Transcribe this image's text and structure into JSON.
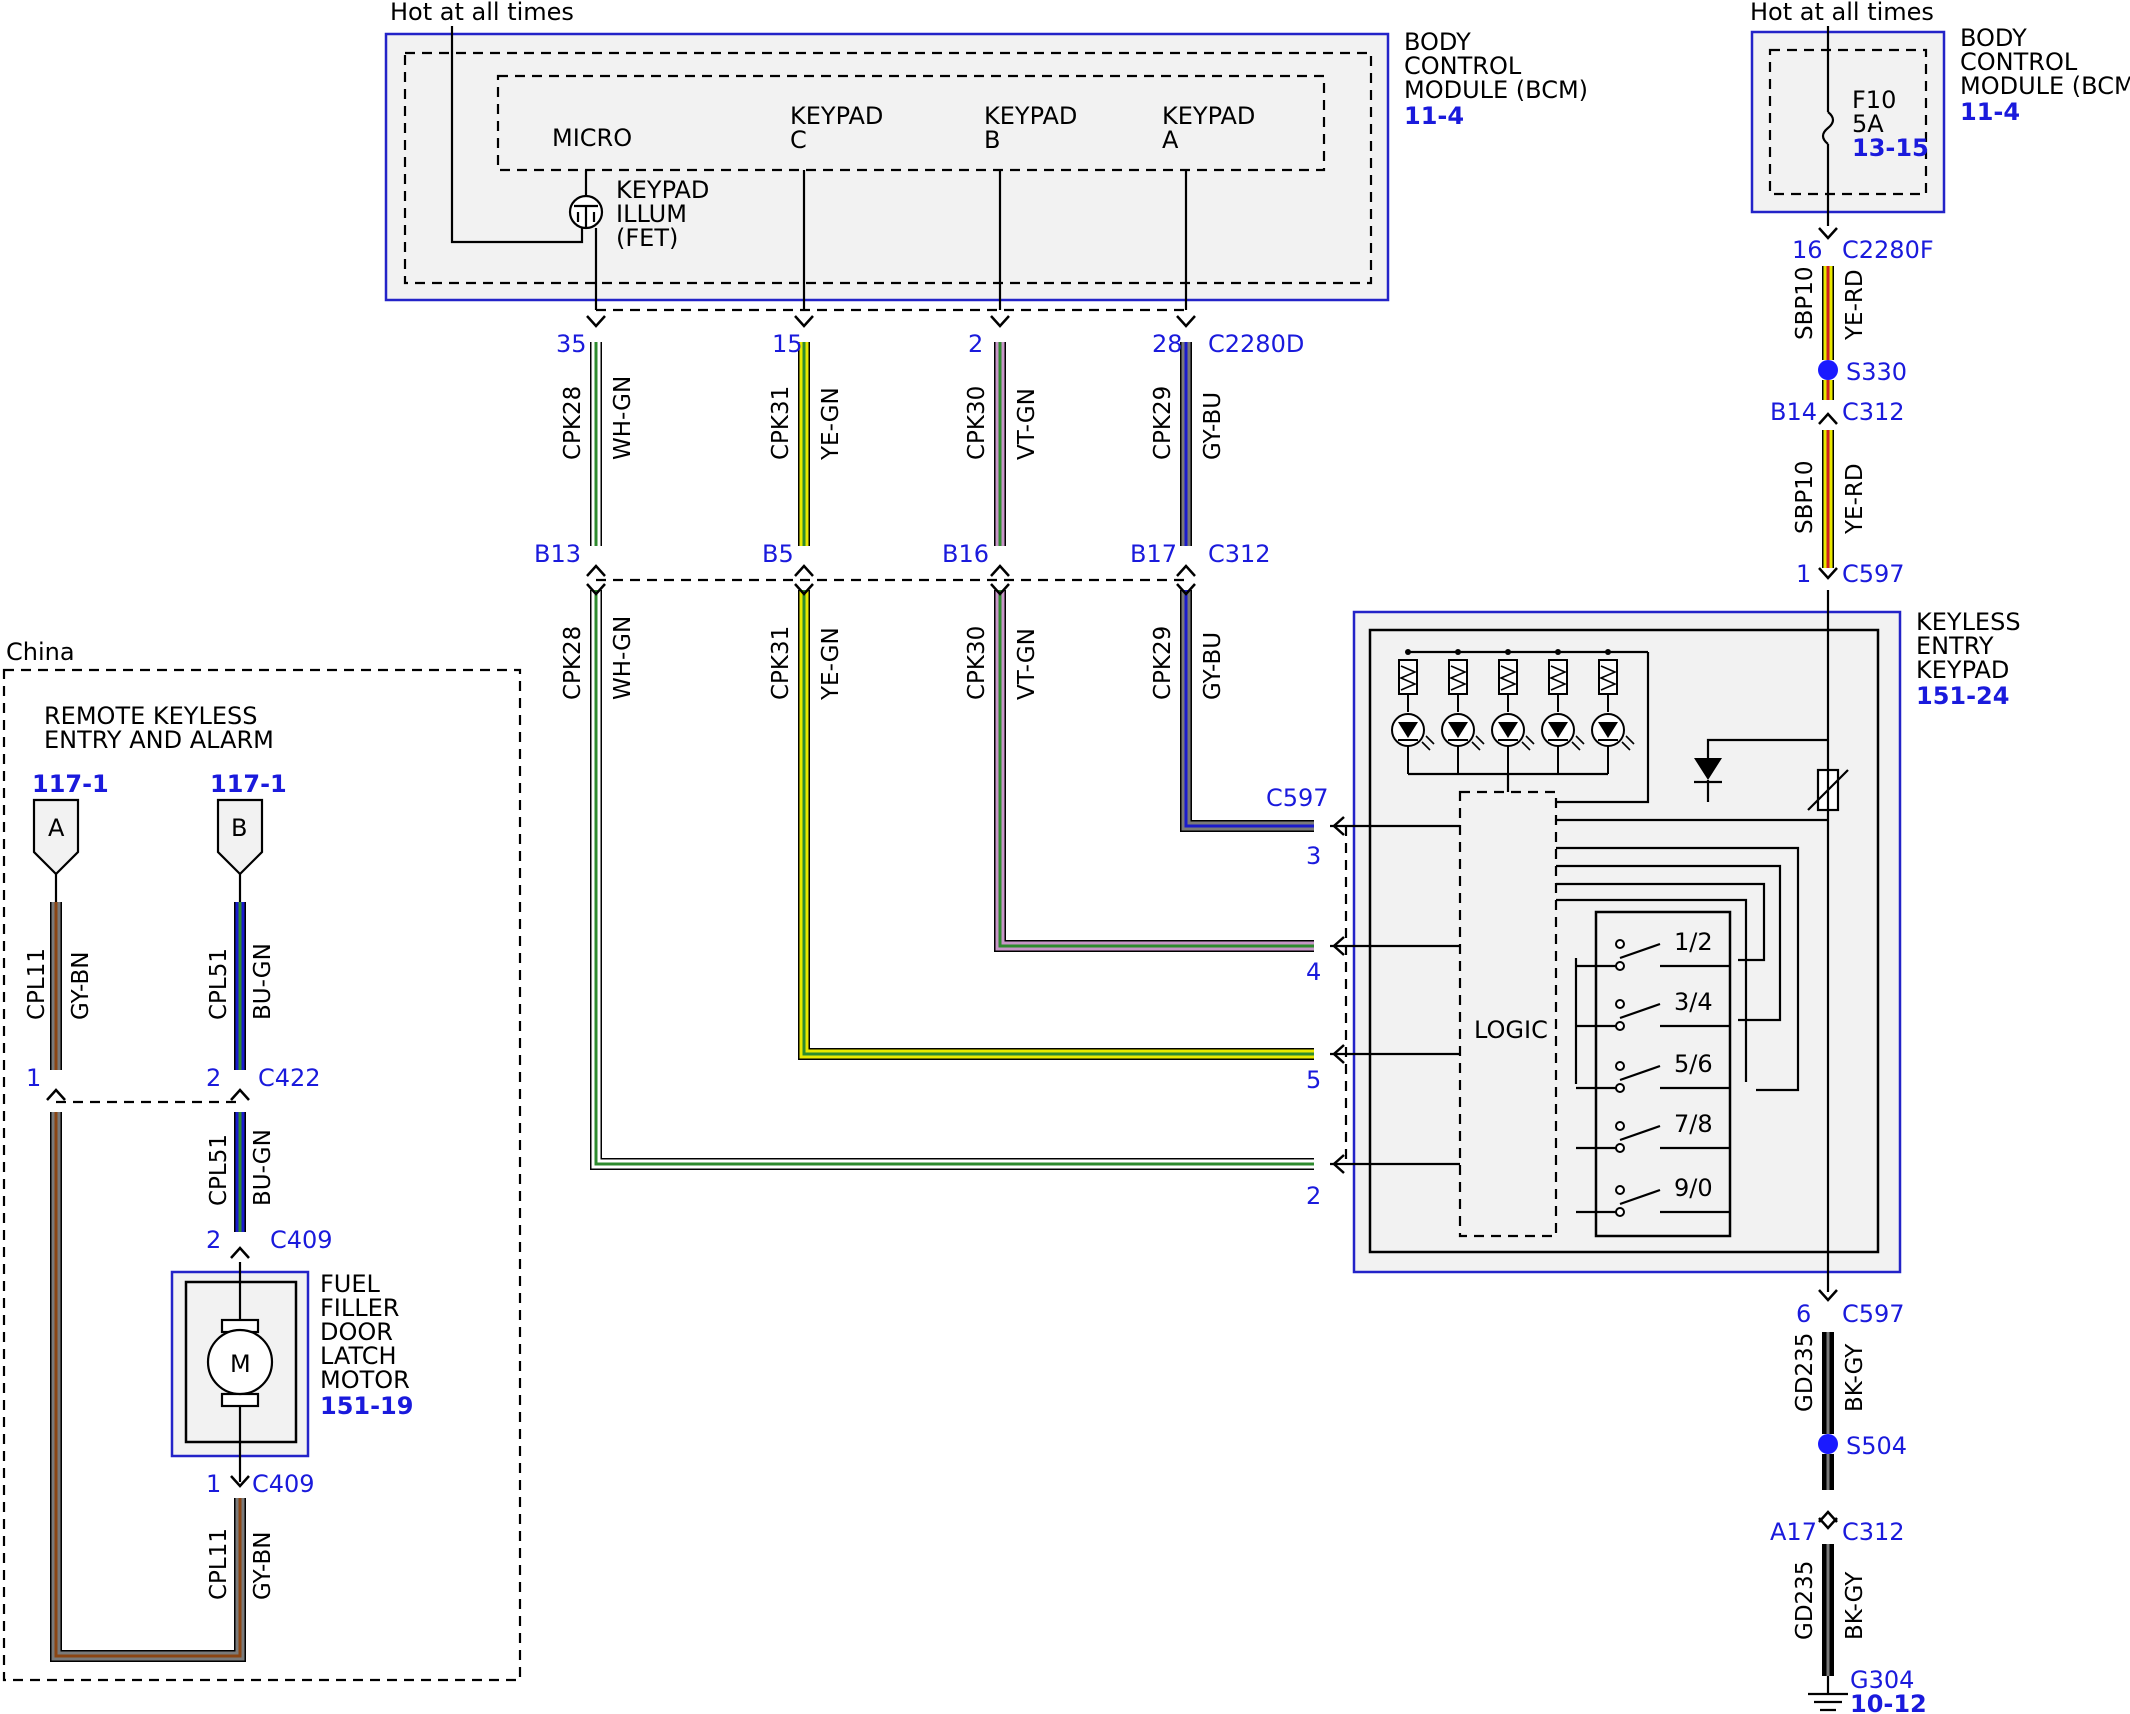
{
  "colors": {
    "label_blue": "#1a1adc",
    "box_border": "#2323c8",
    "box_fill": "#f2f2f2",
    "WH": "#ffffff",
    "GN": "#2e8b2e",
    "YE": "#e8e800",
    "VT": "#c896c8",
    "GY": "#7a7a7a",
    "BU": "#1a1acc",
    "RD": "#d02020",
    "BK": "#000000",
    "BN": "#8b4513"
  },
  "labels": {
    "hot_left": "Hot at all times",
    "hot_right": "Hot at all times",
    "china": "China"
  },
  "bcm_left": {
    "name_lines": [
      "BODY",
      "CONTROL",
      "MODULE (BCM)"
    ],
    "ref": "11-4",
    "micro": "MICRO",
    "keypad_c": [
      "KEYPAD",
      "C"
    ],
    "keypad_b": [
      "KEYPAD",
      "B"
    ],
    "keypad_a": [
      "KEYPAD",
      "A"
    ],
    "fet": [
      "KEYPAD",
      "ILLUM",
      "(FET)"
    ]
  },
  "bcm_right": {
    "name_lines": [
      "BODY",
      "CONTROL",
      "MODULE (BCM)"
    ],
    "ref": "11-4",
    "fuse_name": "F10",
    "fuse_rating": "5A",
    "fuse_ref": "13-15"
  },
  "wires_upper": [
    {
      "pin": "35",
      "circuit": "CPK28",
      "color": "WH-GN",
      "pin_lower": "B13"
    },
    {
      "pin": "15",
      "circuit": "CPK31",
      "color": "YE-GN",
      "pin_lower": "B5"
    },
    {
      "pin": "2",
      "circuit": "CPK30",
      "color": "VT-GN",
      "pin_lower": "B16"
    },
    {
      "pin": "28",
      "circuit": "CPK29",
      "color": "GY-BU",
      "pin_lower": "B17"
    }
  ],
  "connectors": {
    "c2280d": "C2280D",
    "c312_mid": "C312",
    "c2280f": "C2280F",
    "c2280f_pin": "16",
    "s330": "S330",
    "c312_right": "C312",
    "c312_right_pin": "B14",
    "c597_top": "C597",
    "c597_top_pin": "1",
    "c597_side": "C597",
    "c597_bottom": "C597",
    "c597_bottom_pin": "6",
    "s504": "S504",
    "c312_bottom": "C312",
    "c312_bottom_pin": "A17",
    "ground": "G304",
    "ground_ref": "10-12"
  },
  "wires_right": [
    {
      "circuit": "SBP10",
      "color": "YE-RD"
    },
    {
      "circuit": "SBP10",
      "color": "YE-RD"
    },
    {
      "circuit": "GD235",
      "color": "BK-GY"
    },
    {
      "circuit": "GD235",
      "color": "BK-GY"
    }
  ],
  "keypad": {
    "name_lines": [
      "KEYLESS",
      "ENTRY",
      "KEYPAD"
    ],
    "ref": "151-24",
    "logic": "LOGIC",
    "pins": [
      "3",
      "4",
      "5",
      "2"
    ],
    "switches": [
      "1/2",
      "3/4",
      "5/6",
      "7/8",
      "9/0"
    ]
  },
  "remote": {
    "name_lines": [
      "REMOTE KEYLESS",
      "ENTRY AND ALARM"
    ],
    "ref_a": "117-1",
    "ref_b": "117-1",
    "conn_a": "A",
    "conn_b": "B",
    "c422": "C422",
    "c422_pin_a": "1",
    "c422_pin_b": "2",
    "c409_top": "C409",
    "c409_top_pin": "2",
    "c409_bottom": "C409",
    "c409_bottom_pin": "1",
    "wire_a": {
      "circuit": "CPL11",
      "color": "GY-BN"
    },
    "wire_b": {
      "circuit": "CPL51",
      "color": "BU-GN"
    },
    "wire_b2": {
      "circuit": "CPL51",
      "color": "BU-GN"
    },
    "wire_bottom": {
      "circuit": "CPL11",
      "color": "GY-BN"
    }
  },
  "motor": {
    "name_lines": [
      "FUEL",
      "FILLER",
      "DOOR",
      "LATCH",
      "MOTOR"
    ],
    "ref": "151-19",
    "symbol": "M"
  }
}
